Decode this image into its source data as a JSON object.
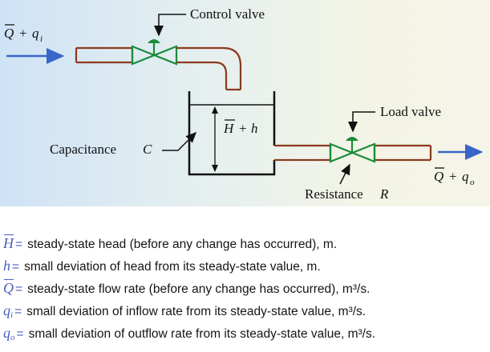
{
  "diagram": {
    "control_valve_label": "Control valve",
    "load_valve_label": "Load valve",
    "capacitance_label": "Capacitance",
    "capacitance_symbol": "C",
    "resistance_label": "Resistance",
    "resistance_symbol": "R",
    "inflow": {
      "var": "Q",
      "plus": "+",
      "dev": "q",
      "sub": "i"
    },
    "outflow": {
      "var": "Q",
      "plus": "+",
      "dev": "q",
      "sub": "o"
    },
    "level": {
      "var": "H",
      "plus": "+",
      "dev": "h"
    },
    "colors": {
      "pipe": "#8b3a1e",
      "pipe_fill": "#ffffff",
      "valve": "#1a8c3a",
      "arrow": "#3a66c8",
      "tank": "#111111"
    }
  },
  "definitions": [
    {
      "symbol": "H",
      "overline": true,
      "sub": "",
      "eq": "=",
      "text": "steady-state head (before any change has occurred), m."
    },
    {
      "symbol": "h",
      "overline": false,
      "sub": "",
      "eq": "=",
      "text": "small deviation of head from its steady-state value, m."
    },
    {
      "symbol": "Q",
      "overline": true,
      "sub": "",
      "eq": "=",
      "text": "steady-state flow rate (before any change has occurred), m³/s."
    },
    {
      "symbol": "q",
      "overline": false,
      "sub": "i",
      "eq": "=",
      "text": "small deviation of inflow rate from its steady-state value, m³/s."
    },
    {
      "symbol": "q",
      "overline": false,
      "sub": "o",
      "eq": "=",
      "text": "small deviation of outflow rate from its steady-state value, m³/s."
    }
  ]
}
